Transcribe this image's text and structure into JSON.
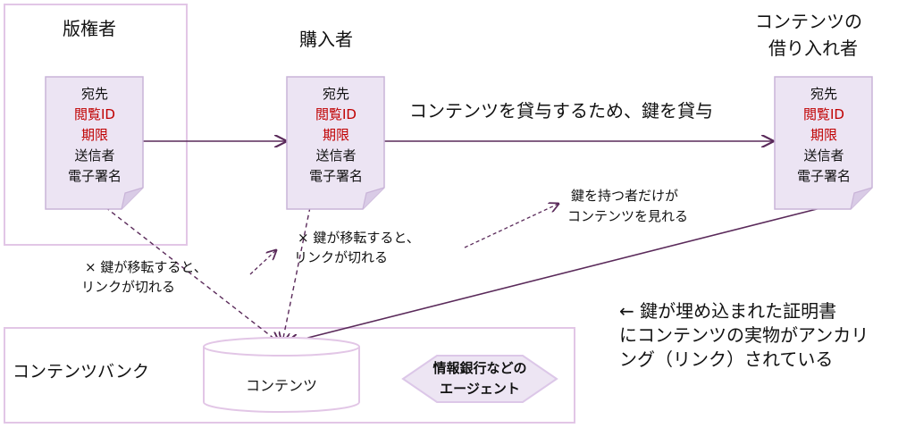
{
  "parties": {
    "author_label": "版権者",
    "buyer_label": "購入者",
    "borrower_label_line1": "コンテンツの",
    "borrower_label_line2": "借り入れ者"
  },
  "certificate": {
    "line1": "宛先",
    "line2": "閲覧ID",
    "line3": "期限",
    "line4": "送信者",
    "line5": "電子署名"
  },
  "lend_label": "コンテンツを貸与するため、鍵を貸与",
  "note_left_line1": "× 鍵が移転すると、",
  "note_left_line2": "リンクが切れる",
  "note_mid_line1": "× 鍵が移転すると、",
  "note_mid_line2": "リンクが切れる",
  "note_key_line1": "鍵を持つ者だけが",
  "note_key_line2": "コンテンツを見れる",
  "legend_line1": "←  鍵が埋め込まれた証明書",
  "legend_line2": "にコンテンツの実物がアンカリ",
  "legend_line3": "ング（リンク）されている",
  "bank_label": "コンテンツバンク",
  "content_label": "コンテンツ",
  "agent_line1": "情報銀行などの",
  "agent_line2": "エージェント",
  "colors": {
    "frame": "#e2c6e6",
    "note_fill": "#ece4f3",
    "note_stroke": "#c9b4d8",
    "arrow": "#5a2a5a",
    "red": "#c00000"
  }
}
